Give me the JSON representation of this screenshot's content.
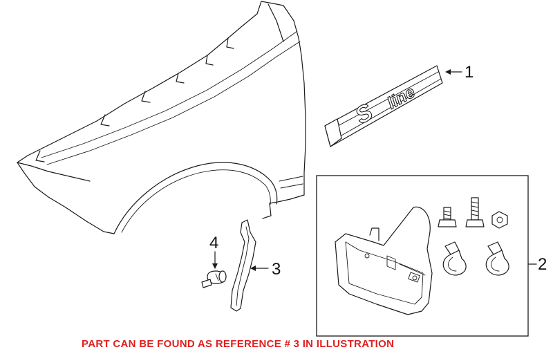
{
  "callouts": {
    "c1": "1",
    "c2": "2",
    "c3": "3",
    "c4": "4"
  },
  "badge": {
    "word1": "S",
    "word2": "line"
  },
  "notice": "PART CAN BE FOUND AS REFERENCE # 3 IN ILLUSTRATION",
  "colors": {
    "line": "#1a1a1a",
    "notice": "#e02020",
    "background": "#ffffff"
  }
}
